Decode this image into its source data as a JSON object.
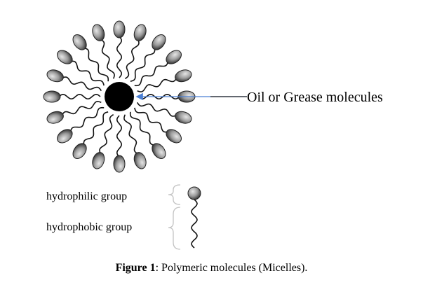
{
  "diagram": {
    "micelle_label": "Oil or Grease molecules",
    "legend": {
      "hydrophilic": "hydrophilic group",
      "hydrophobic": "hydrophobic group"
    },
    "colors": {
      "head_light": "#d9d9d9",
      "head_dark": "#333333",
      "core": "#000000",
      "arrow": "#4a7fd4",
      "tail": "#111111",
      "brace": "#bdbdbd"
    }
  },
  "caption": {
    "label": "Figure 1",
    "text": ": Polymeric molecules (Micelles)."
  }
}
